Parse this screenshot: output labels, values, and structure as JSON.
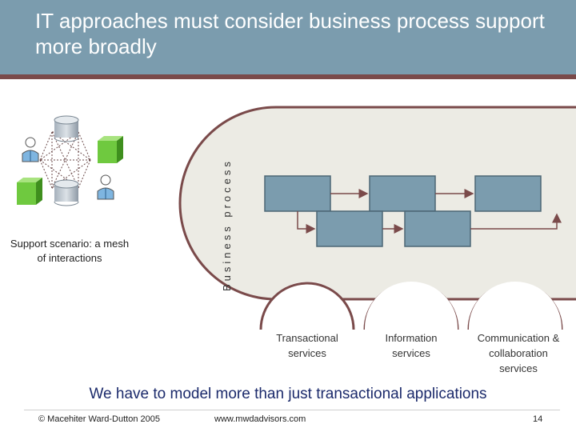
{
  "slide": {
    "title": "IT approaches must consider business process support more broadly",
    "support_caption": "Support scenario: a mesh of interactions",
    "business_process_label": "Business process",
    "services": [
      {
        "label": "Transactional services"
      },
      {
        "label": "Information services"
      },
      {
        "label": "Communication & collaboration services"
      }
    ],
    "tagline": "We have to model more than just transactional applications",
    "footer": {
      "copyright": "© Macehiter Ward-Dutton 2005",
      "website": "www.mwdadvisors.com",
      "page_number": "14"
    }
  },
  "colors": {
    "header_bg": "#7b9cae",
    "header_rule": "#7a4a4a",
    "process_panel_bg": "#ecebe4",
    "process_panel_border": "#7a4a4a",
    "step_box": "#7b9cae",
    "tagline": "#1b2a6b",
    "cube_green": "#6fc93f"
  },
  "icons": [
    "person-icon",
    "database-icon",
    "green-cube-icon",
    "mesh-network-icon"
  ]
}
